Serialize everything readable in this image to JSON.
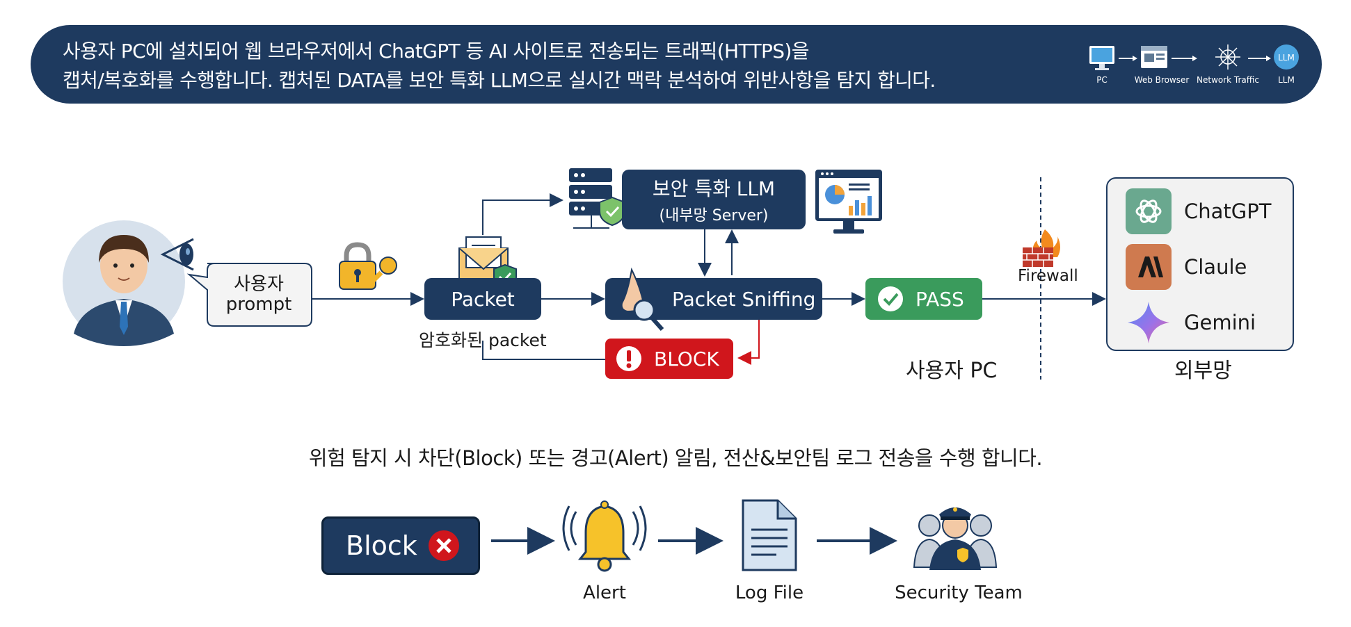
{
  "banner": {
    "line1": "사용자 PC에 설치되어 웹 브라우저에서 ChatGPT 등 AI 사이트로 전송되는 트래픽(HTTPS)을",
    "line2": "캡처/복호화를 수행합니다. 캡처된 DATA를 보안 특화 LLM으로 실시간 맥락 분석하여 위반사항을 탐지 합니다.",
    "flow": [
      {
        "label": "PC",
        "icon": "monitor-icon"
      },
      {
        "label": "Web Browser",
        "icon": "browser-icon"
      },
      {
        "label": "Network Traffic",
        "icon": "network-icon"
      },
      {
        "label": "LLM",
        "icon": "llm-icon"
      }
    ]
  },
  "diagram": {
    "user_prompt": {
      "line1": "사용자",
      "line2": "prompt"
    },
    "packet": "Packet",
    "encrypted_label": "암호화된 packet",
    "llm_server": {
      "line1": "보안 특화 LLM",
      "line2": "(내부망 Server)"
    },
    "sniffing": "Packet Sniffing",
    "block": "BLOCK",
    "pass": "PASS",
    "firewall": "Firewall",
    "user_pc_label": "사용자 PC",
    "external_label": "외부망",
    "external_services": [
      {
        "name": "ChatGPT",
        "color": "#6aa88f"
      },
      {
        "name": "Claule",
        "color": "#cf7a4f"
      },
      {
        "name": "Gemini",
        "color": "#7b8fe8"
      }
    ]
  },
  "response": {
    "heading": "위험 탐지 시 차단(Block) 또는 경고(Alert) 알림, 전산&보안팀 로그 전송을 수행 합니다.",
    "block_label": "Block",
    "steps": [
      {
        "label": "Alert",
        "icon": "bell-icon"
      },
      {
        "label": "Log File",
        "icon": "document-icon"
      },
      {
        "label": "Security Team",
        "icon": "security-team-icon"
      }
    ]
  },
  "colors": {
    "navy": "#1e3a5f",
    "pass_green": "#3a9b5c",
    "block_red": "#d0161c",
    "bell_yellow": "#f6c22a"
  }
}
